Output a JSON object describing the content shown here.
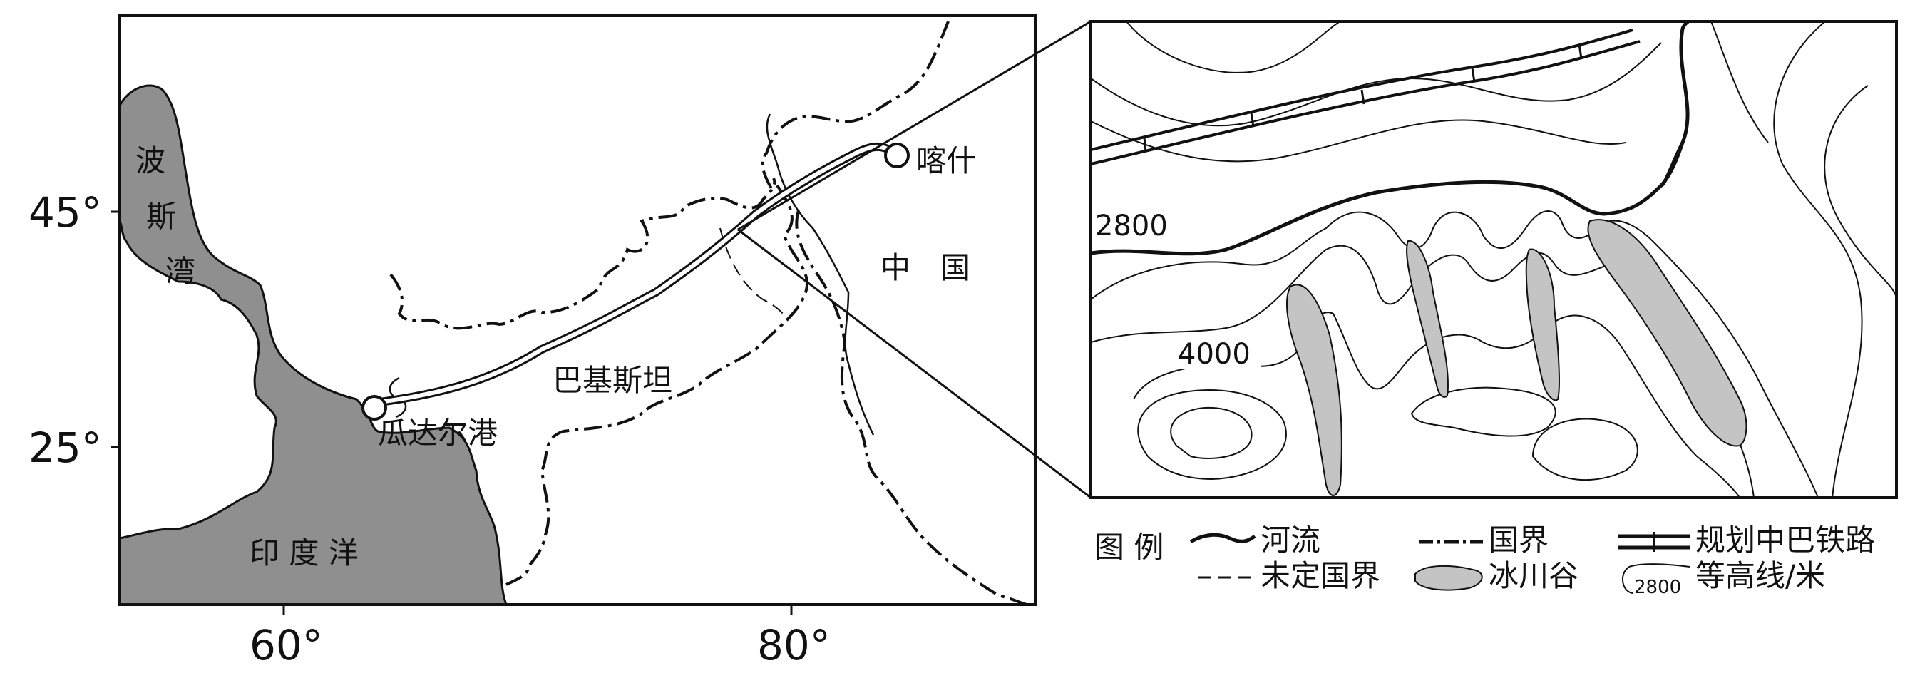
{
  "main_map": {
    "lat_labels": [
      "45°",
      "25°"
    ],
    "lon_labels": [
      "60°",
      "80°"
    ],
    "place_names": {
      "persian_gulf": [
        "波",
        "斯",
        "湾"
      ],
      "indian_ocean": "印 度 洋",
      "pakistan": "巴基斯坦",
      "china": "中　国",
      "kashgar": "喀什",
      "gwadar": "瓜达尔港"
    }
  },
  "inset_map": {
    "contour_labels": [
      "2800",
      "4000"
    ]
  },
  "legend": {
    "title": "图 例",
    "items": [
      {
        "symbol": "river",
        "label": "河流"
      },
      {
        "symbol": "national-border",
        "label": "国界"
      },
      {
        "symbol": "planned-railway",
        "label": "规划中巴铁路"
      },
      {
        "symbol": "undetermined-border",
        "label": "未定国界"
      },
      {
        "symbol": "glacial-valley",
        "label": "冰川谷"
      },
      {
        "symbol": "contour-line",
        "label": "等高线/米",
        "sample_value": "2800"
      }
    ]
  },
  "colors": {
    "sea_fill": "#8f8f8f",
    "glacier_fill": "#c4c4c4",
    "line": "#111111"
  }
}
